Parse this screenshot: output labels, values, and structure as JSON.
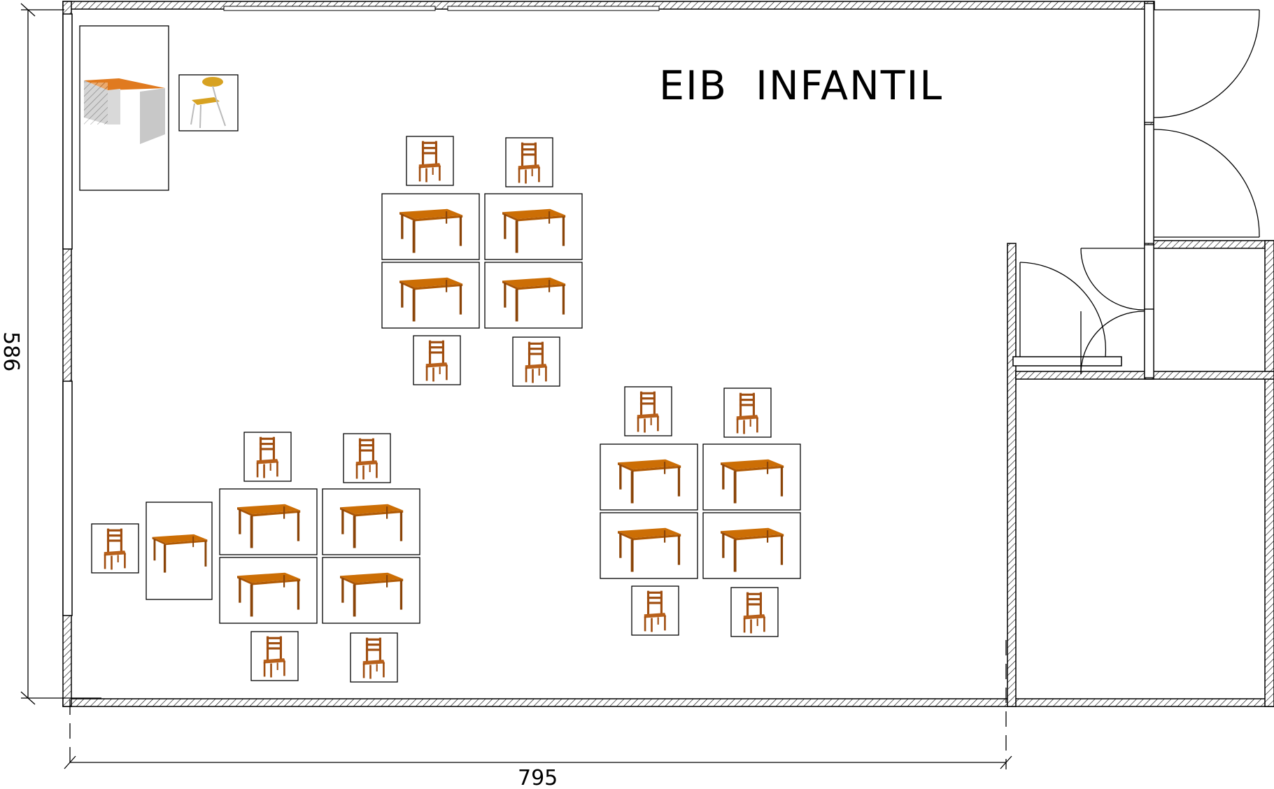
{
  "title": "EIB  INFANTIL",
  "dimensions": {
    "width_label": "795",
    "height_label": "586"
  },
  "colors": {
    "wall": "#000000",
    "table_top": "#cc6e05",
    "table_leg": "#8a4408",
    "chair": "#a04e10",
    "desk_chair": "#d7a222"
  },
  "furniture": {
    "teacher_desk": 1,
    "teacher_chair": 1,
    "group_a": {
      "tables": 4,
      "chairs": 4
    },
    "group_b": {
      "tables": 5,
      "chairs": 5
    },
    "group_c": {
      "tables": 4,
      "chairs": 4
    }
  },
  "icons": [
    "table-icon",
    "chair-icon",
    "desk-icon",
    "door-icon",
    "window-icon"
  ]
}
